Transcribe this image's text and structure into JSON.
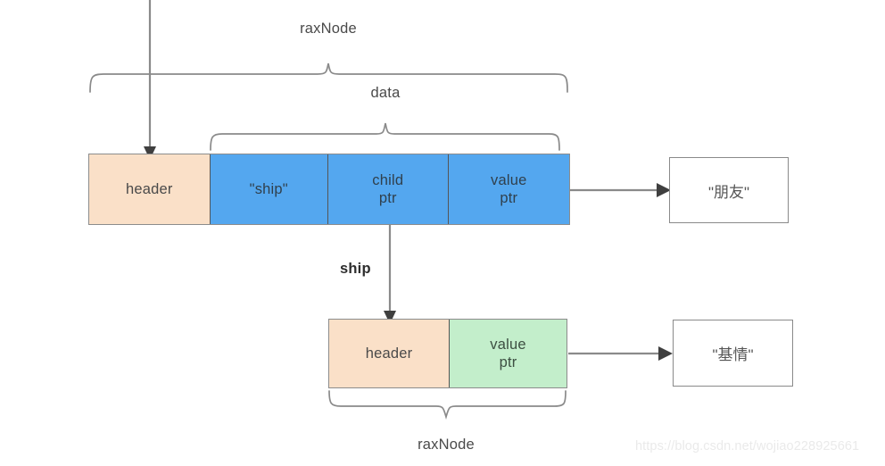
{
  "diagram": {
    "title_label": "raxNode",
    "data_label": "data",
    "edge_label_ship": "ship",
    "bottom_label": "raxNode",
    "watermark": "https://blog.csdn.net/wojiao228925661",
    "colors": {
      "header_fill": "#fae0c8",
      "data_fill": "#54a7ef",
      "value_fill": "#c3eecb",
      "stroke": "#8c8c8c",
      "arrow": "#6b6b6b",
      "text": "#3d3d3d"
    },
    "parent_node": {
      "cells": [
        {
          "label": "header",
          "kind": "header"
        },
        {
          "label": "\"ship\"",
          "kind": "data"
        },
        {
          "label_line1": "child",
          "label_line2": "ptr",
          "kind": "data"
        },
        {
          "label_line1": "value",
          "label_line2": "ptr",
          "kind": "data"
        }
      ]
    },
    "child_node": {
      "cells": [
        {
          "label": "header",
          "kind": "header"
        },
        {
          "label_line1": "value",
          "label_line2": "ptr",
          "kind": "value"
        }
      ]
    },
    "value_boxes": [
      {
        "text": "\"朋友\""
      },
      {
        "text": "\"基情\""
      }
    ]
  }
}
